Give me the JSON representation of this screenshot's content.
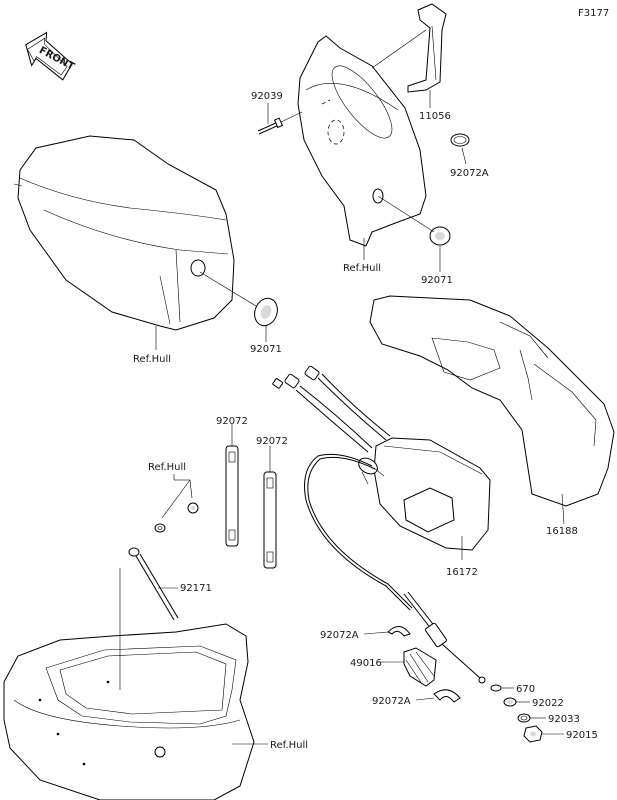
{
  "figure_code": "F3177",
  "front_badge": "FRONT",
  "labels": {
    "p92039": "92039",
    "p11056": "11056",
    "p92072A_top": "92072A",
    "ref_hull_top": "Ref.Hull",
    "p92071_top": "92071",
    "ref_hull_left": "Ref.Hull",
    "p92071_left": "92071",
    "p92072_a": "92072",
    "p92072_b": "92072",
    "ref_hull_mid": "Ref.Hull",
    "p92171": "92171",
    "p16172": "16172",
    "p16188": "16188",
    "p92072A_mid": "92072A",
    "p49016": "49016",
    "p92072A_low": "92072A",
    "p670": "670",
    "p92022": "92022",
    "p92033": "92033",
    "p92015": "92015",
    "ref_hull_bottom": "Ref.Hull"
  }
}
